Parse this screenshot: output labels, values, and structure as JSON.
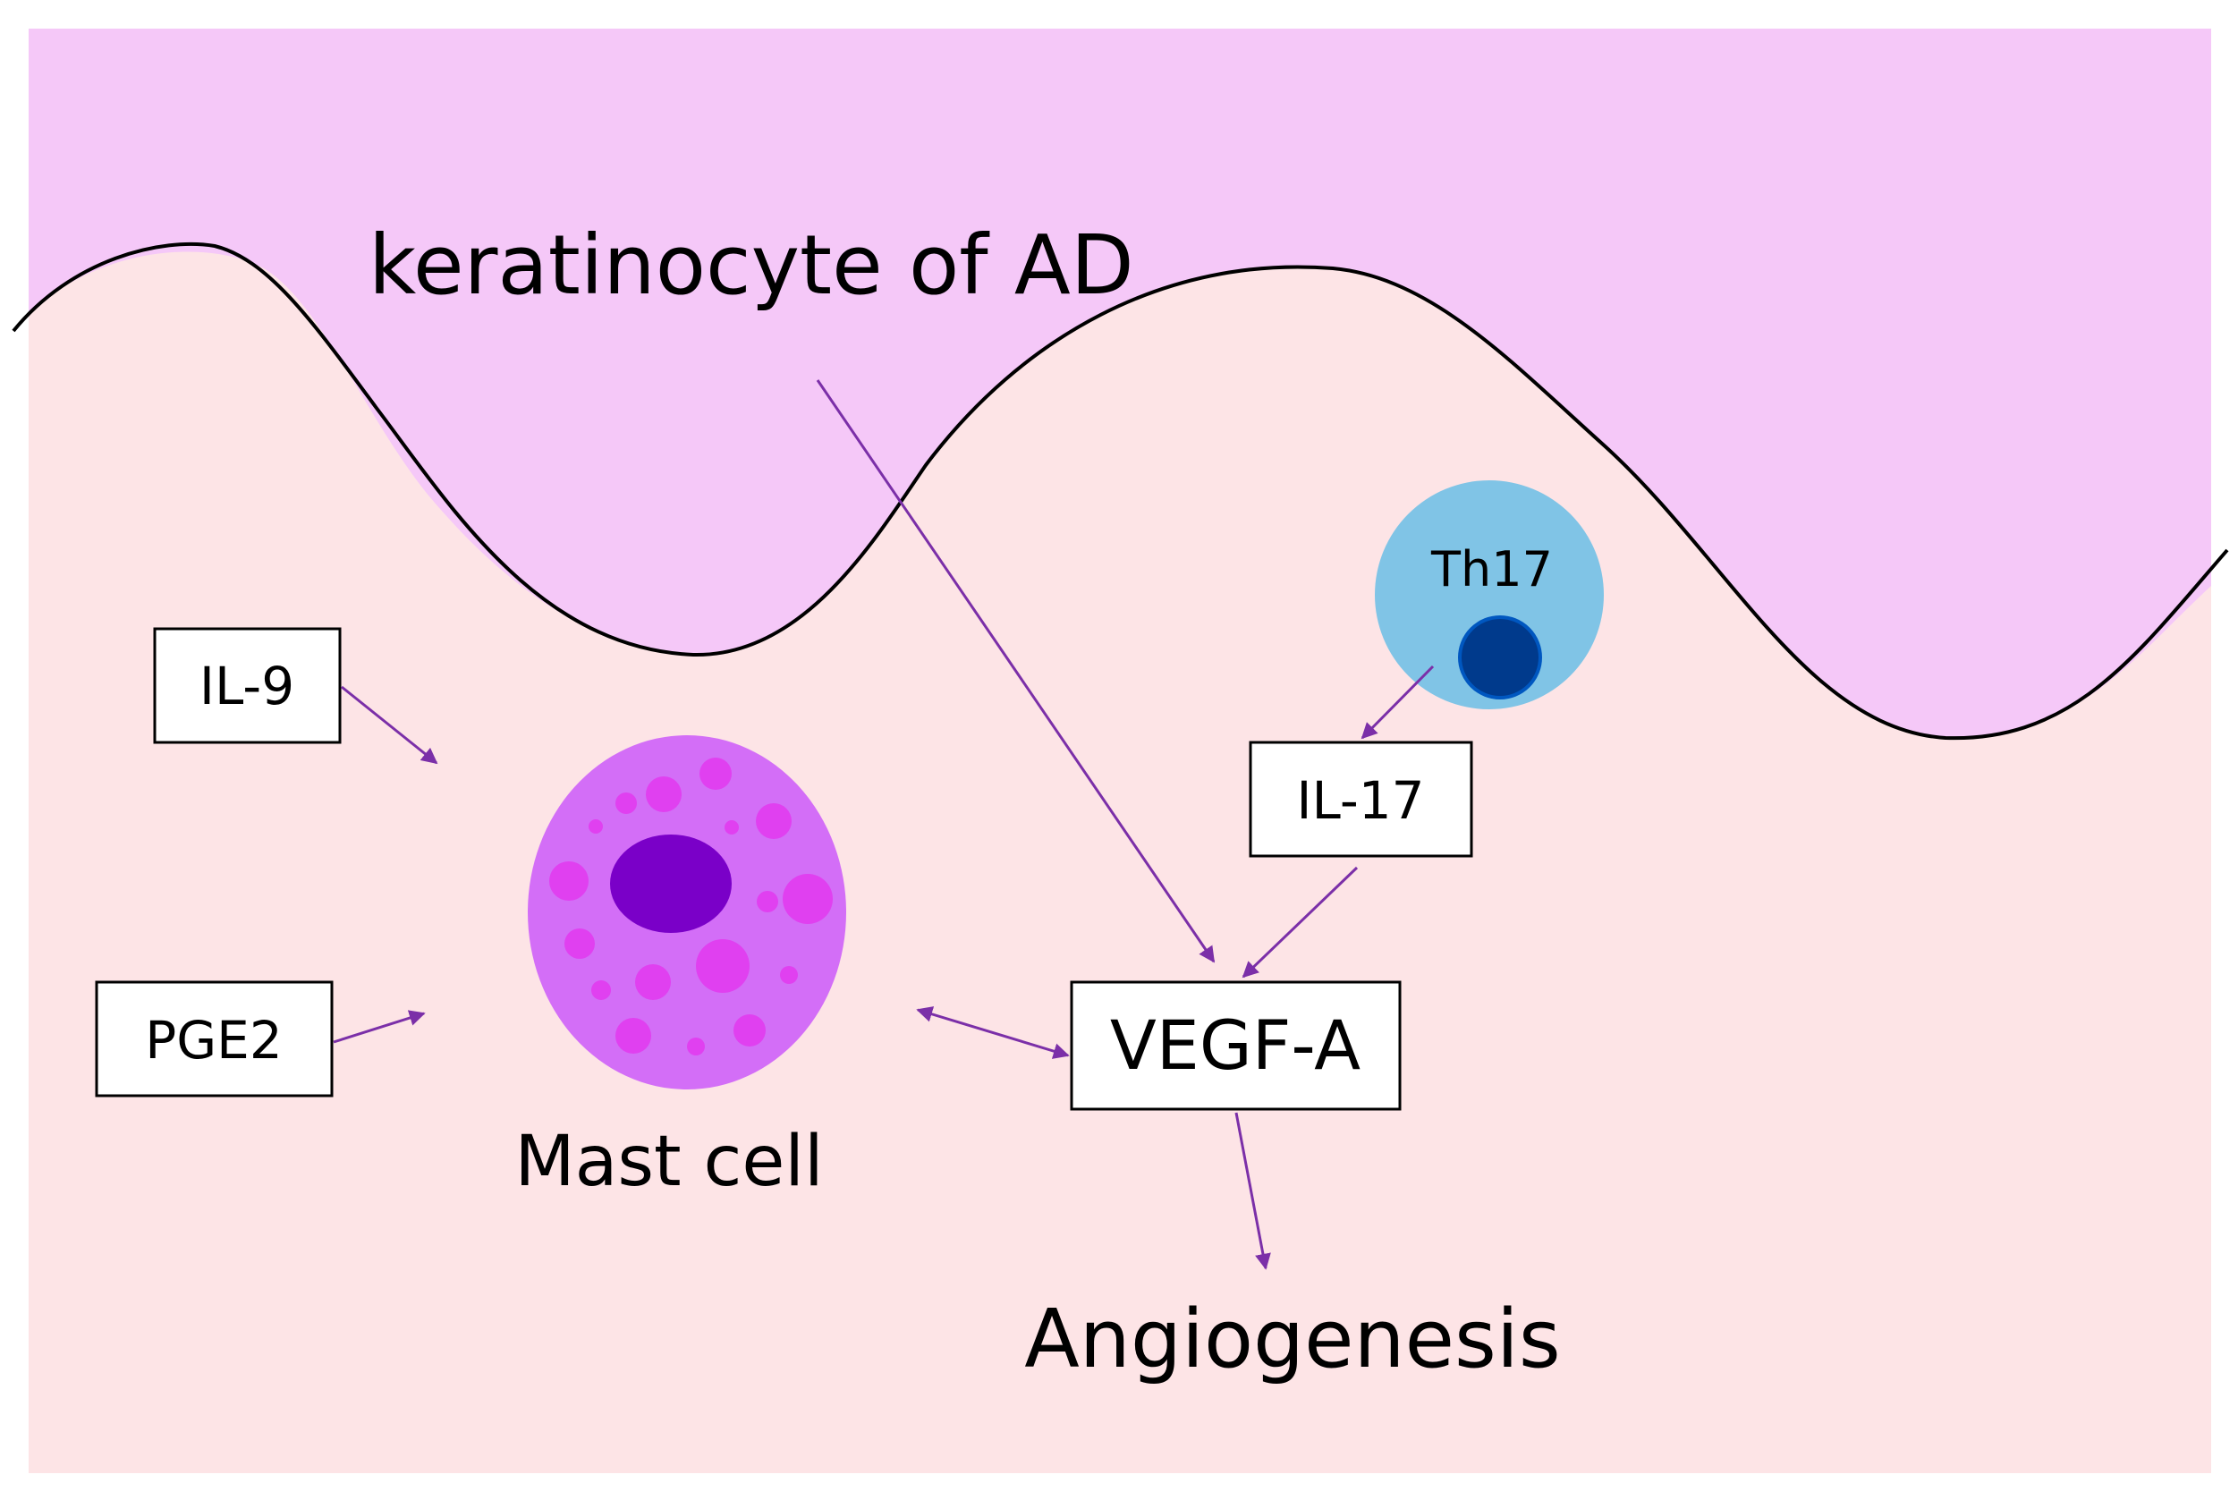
{
  "labels": {
    "epidermis": "keratinocyte of AD",
    "il9": "IL-9",
    "pge2": "PGE2",
    "th17": "Th17",
    "il17": "IL-17",
    "vegfa": "VEGF-A",
    "mast_cell": "Mast cell",
    "angiogenesis": "Angiogenesis"
  },
  "colors": {
    "epidermis": "#f5c8f8",
    "dermis": "#fde4e6",
    "arrow": "#7b2fa8",
    "th17_cell": "#80c4e6",
    "th17_nucleus": "#003a8c",
    "mast_cell": "#d36ef7",
    "mast_granule": "#e040f0",
    "mast_nucleus": "#7a00c8"
  },
  "icons": {
    "th17": "lymphocyte-cell-icon",
    "mast_cell": "mast-cell-icon"
  }
}
